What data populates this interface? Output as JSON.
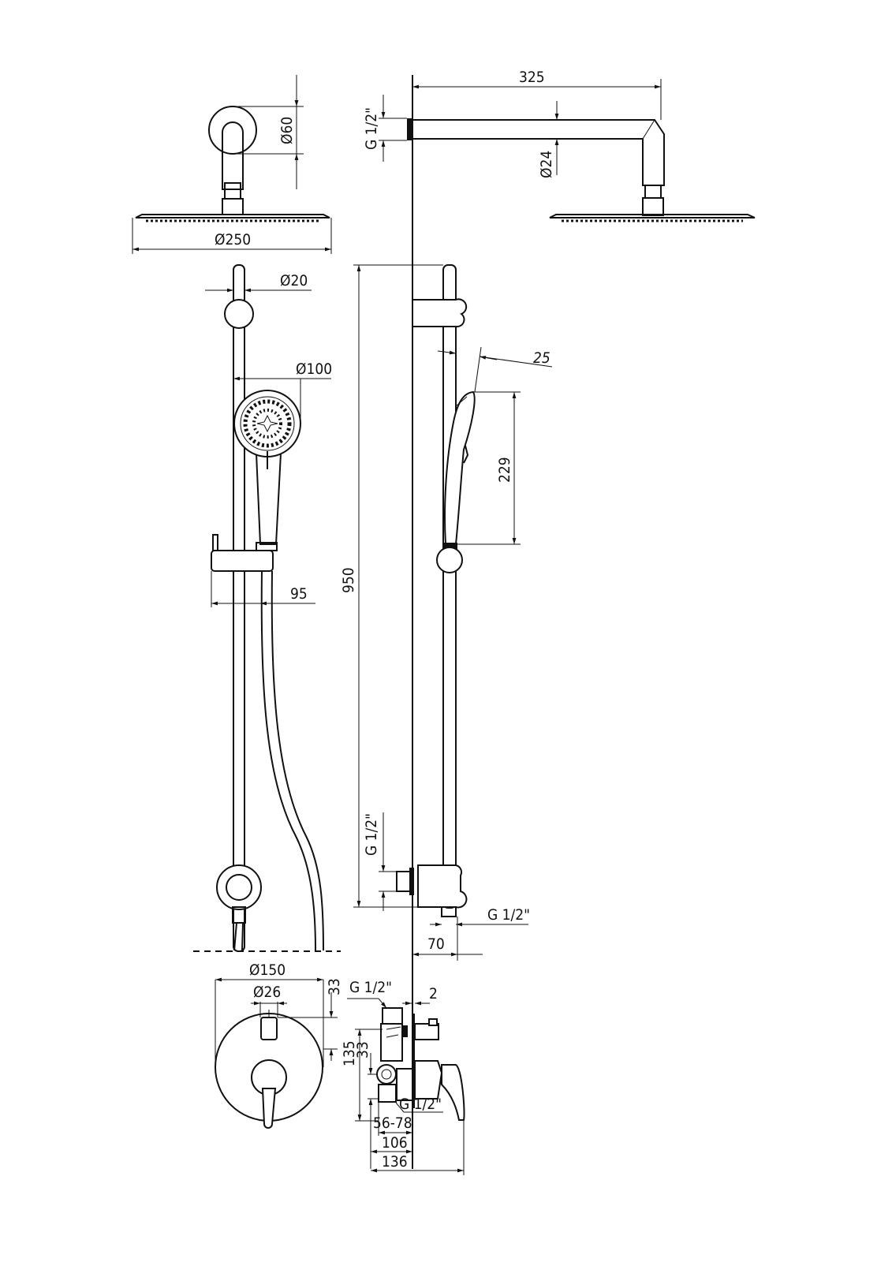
{
  "dimensions": {
    "arm_length": "325",
    "wall_thread_top": "G 1/2\"",
    "flange_diameter": "Ø60",
    "arm_diameter": "Ø24",
    "head_diameter": "Ø250",
    "bar_diameter": "Ø20",
    "hand_shower_diameter": "Ø100",
    "hand_shower_depth": "25",
    "hand_shower_length": "229",
    "bar_height": "950",
    "slider_projection": "95",
    "wall_thread_bottom": "G 1/2\"",
    "hose_thread": "G 1/2\"",
    "outlet_projection": "70",
    "plate_diameter": "Ø150",
    "knob_diameter": "Ø26",
    "knob_offset": "33",
    "valve_inlet_thread": "G 1/2\"",
    "plate_gap": "2",
    "valve_height": "135",
    "valve_offset": "33",
    "valve_outlet_thread": "G 1/2\"",
    "install_depth": "56-78",
    "valve_depth": "106",
    "total_depth": "136"
  },
  "colors": {
    "line": "#111111",
    "background": "#ffffff"
  }
}
